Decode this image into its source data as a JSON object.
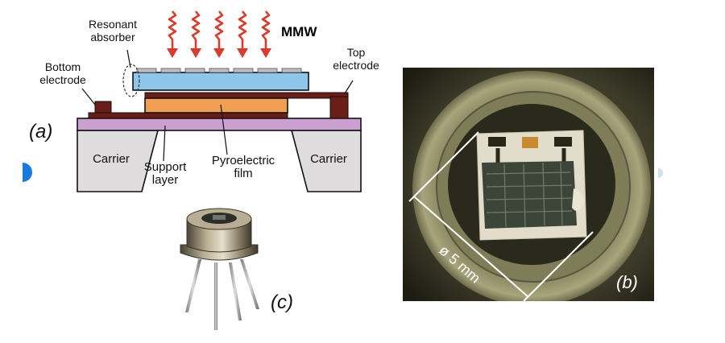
{
  "diagram_a": {
    "panel_label": "(a)",
    "radiation_label": "MMW",
    "labels": {
      "resonant_absorber_line1": "Resonant",
      "resonant_absorber_line2": "absorber",
      "bottom_electrode_line1": "Bottom",
      "bottom_electrode_line2": "electrode",
      "top_electrode_line1": "Top",
      "top_electrode_line2": "electrode",
      "carrier_left": "Carrier",
      "carrier_right": "Carrier",
      "support_layer_line1": "Support",
      "support_layer_line2": "layer",
      "pyroelectric_film_line1": "Pyroelectric",
      "pyroelectric_film_line2": "film"
    },
    "colors": {
      "arrows": "#d93c2c",
      "absorber": "#8ec5ea",
      "pyroelectric_film": "#f0a052",
      "support_layer": "#c9a0cf",
      "electrodes": "#6b1d18",
      "carrier": "#dedcdc"
    }
  },
  "photo_b": {
    "panel_label": "(b)",
    "scale_label": "ø 5 mm"
  },
  "photo_c": {
    "panel_label": "(c)"
  },
  "decor": {
    "accent_dot_color": "#1a7ae0"
  }
}
